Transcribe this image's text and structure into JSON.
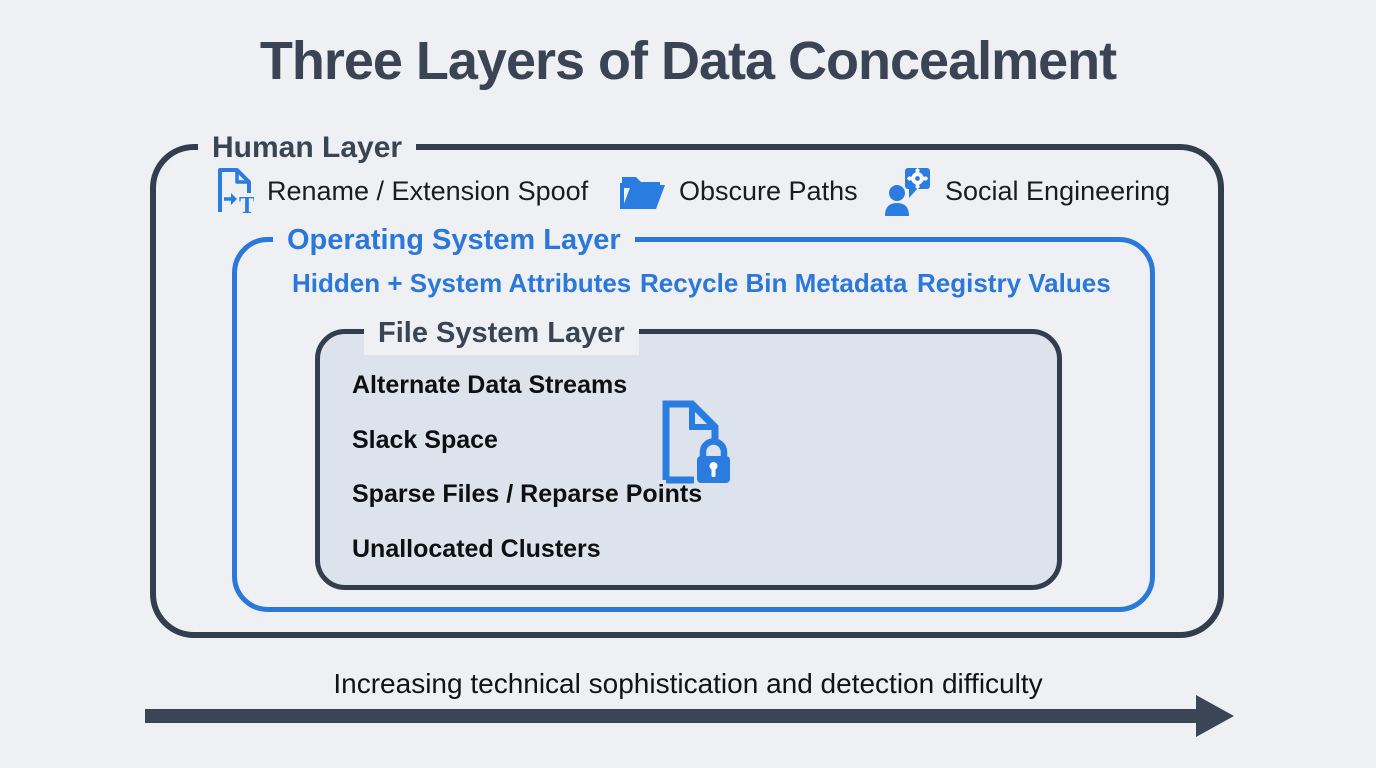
{
  "title": "Three Layers of Data Concealment",
  "layers": {
    "human": {
      "label": "Human Layer",
      "items": [
        {
          "icon": "rename-file-icon",
          "label": "Rename / Extension Spoof"
        },
        {
          "icon": "open-folder-icon",
          "label": "Obscure Paths"
        },
        {
          "icon": "person-chat-gear-icon",
          "label": "Social Engineering"
        }
      ]
    },
    "os": {
      "label": "Operating System Layer",
      "items": [
        "Hidden + System Attributes",
        "Recycle Bin Metadata",
        "Registry Values"
      ]
    },
    "fs": {
      "label": "File System Layer",
      "icon": "locked-file-icon",
      "items": [
        "Alternate Data Streams",
        "Slack Space",
        "Sparse Files / Reparse Points",
        "Unallocated Clusters"
      ]
    }
  },
  "footer": {
    "caption": "Increasing technical sophistication and detection difficulty"
  },
  "colors": {
    "background": "#eef0f3",
    "dark_border": "#323d4d",
    "blue": "#2b78d9",
    "icon_blue": "#2b7ce0",
    "inner_fill": "#dce3ec",
    "title": "#3a4454"
  }
}
